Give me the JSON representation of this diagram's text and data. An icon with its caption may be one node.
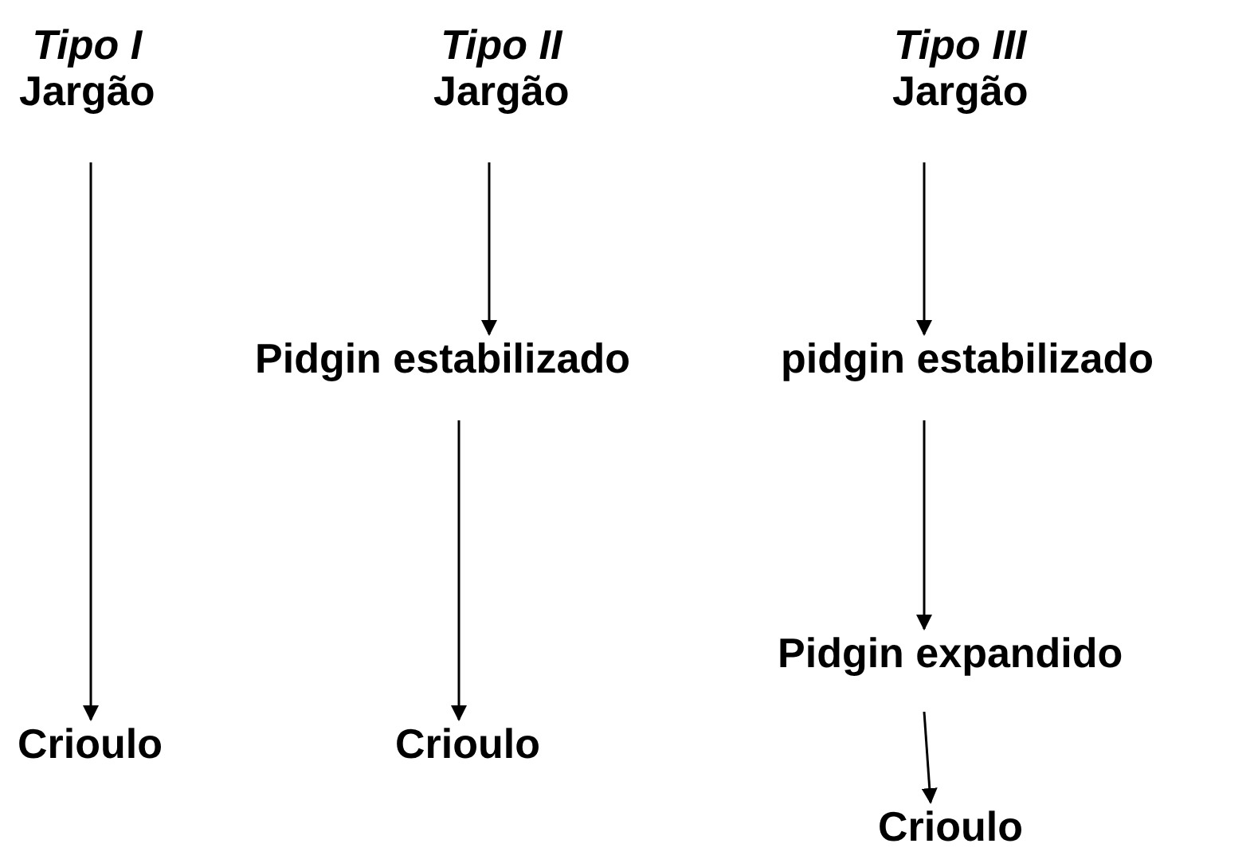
{
  "diagram": {
    "nodes": [
      {
        "text": [
          "Tipo I",
          "Jargão"
        ]
      },
      {
        "text": [
          "Tipo II",
          "Jargão"
        ]
      },
      {
        "text": [
          "Tipo III",
          "Jargão"
        ]
      },
      {
        "text": [
          "Pidgin estabilizado"
        ]
      },
      {
        "text": [
          "pidgin estabilizado"
        ]
      },
      {
        "text": [
          "Pidgin expandido"
        ]
      },
      {
        "text": [
          "Crioulo"
        ]
      },
      {
        "text": [
          "Crioulo"
        ]
      },
      {
        "text": [
          "Crioulo"
        ]
      }
    ],
    "edges": [
      {
        "from": 0,
        "to": 6,
        "arrow": "to"
      },
      {
        "from": 1,
        "to": 3,
        "arrow": "to"
      },
      {
        "from": 3,
        "to": 7,
        "arrow": "to"
      },
      {
        "from": 2,
        "to": 4,
        "arrow": "to"
      },
      {
        "from": 4,
        "to": 5,
        "arrow": "to"
      },
      {
        "from": 5,
        "to": 8,
        "arrow": "to"
      }
    ]
  }
}
